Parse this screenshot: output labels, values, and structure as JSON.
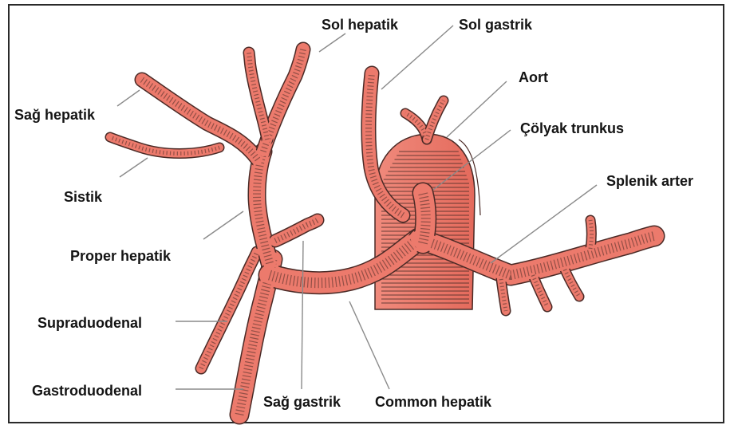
{
  "colors": {
    "artery": "#ec7a6c",
    "outline": "#4a2a26",
    "leader": "#8a8a8a",
    "border": "#2a2a2a",
    "text": "#141414"
  },
  "labels": {
    "sol_hepatik": "Sol hepatik",
    "sol_gastrik": "Sol gastrik",
    "sag_hepatik": "Sağ hepatik",
    "aort": "Aort",
    "colyak_trunkus": "Çölyak trunkus",
    "sistik": "Sistik",
    "splenik_arter": "Splenik arter",
    "proper_hepatik": "Proper hepatik",
    "supraduodenal": "Supraduodenal",
    "gastroduodenal": "Gastroduodenal",
    "sag_gastrik": "Sağ gastrik",
    "common_hepatik": "Common hepatik"
  }
}
